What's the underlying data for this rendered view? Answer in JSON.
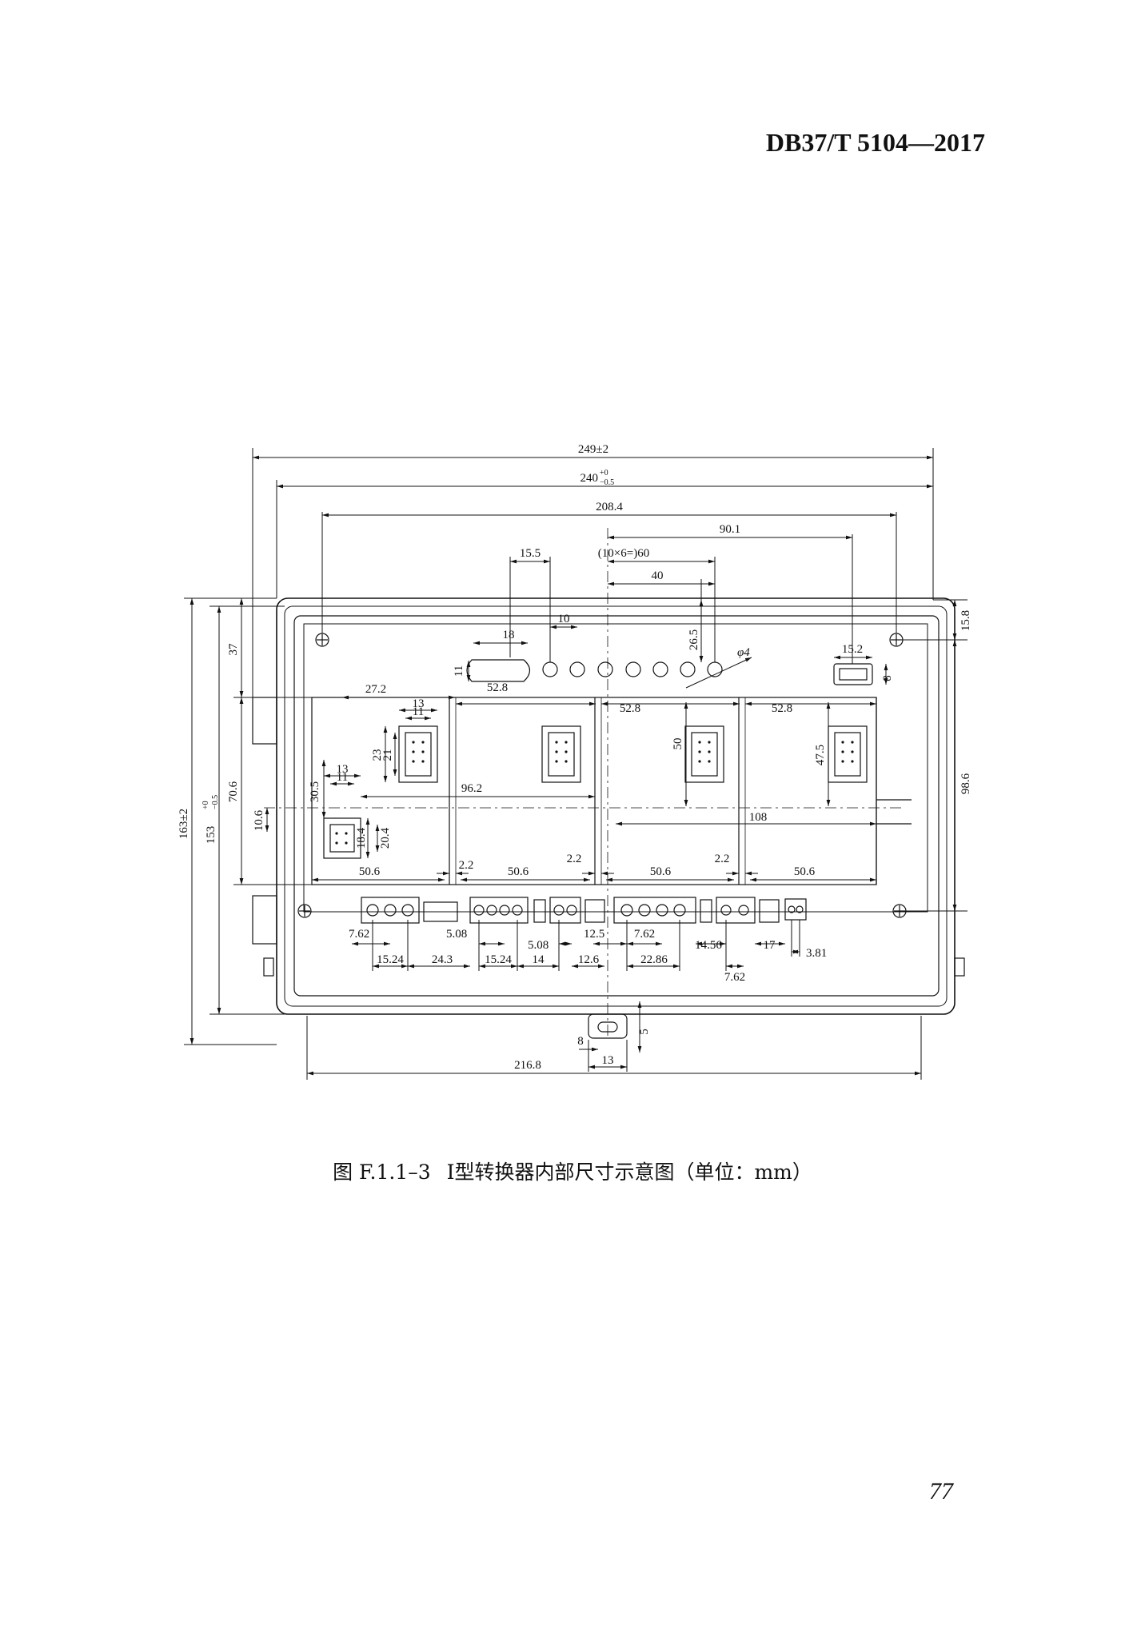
{
  "header": {
    "standard_code": "DB37/T 5104—2017"
  },
  "figure": {
    "caption_number": "图 F.1.1–3",
    "caption_title": "Ⅰ型转换器内部尺寸示意图（单位：mm）",
    "dimensions": {
      "d249": "249±2",
      "d240": "240",
      "d240_sup": "+0",
      "d240_sub": "−0.5",
      "d208": "208.4",
      "d90": "90.1",
      "d15_5": "15.5",
      "d60": "(10×6=)60",
      "d40": "40",
      "d10": "10",
      "d18": "18",
      "d26_5": "26.5",
      "phi4": "φ4",
      "d11": "11",
      "d52_8a": "52.8",
      "d52_8b": "52.8",
      "d52_8c": "52.8",
      "d15_2": "15.2",
      "d8": "8",
      "d15_8": "15.8",
      "d37": "37",
      "d27_2": "27.2",
      "d13a": "13",
      "d11b": "11",
      "d23": "23",
      "d21": "21",
      "d13b": "13",
      "d11c": "11",
      "d30_5": "30.5",
      "d96_2": "96.2",
      "d50": "50",
      "d47_5": "47.5",
      "d98_6": "98.6",
      "d108": "108",
      "d70_6": "70.6",
      "d10_6": "10.6",
      "d18_4": "18.4",
      "d20_4": "20.4",
      "d163": "163±2",
      "d153": "153",
      "d153_sup": "+0",
      "d153_sub": "−0.5",
      "d2_2a": "2.2",
      "d2_2b": "2.2",
      "d2_2c": "2.2",
      "d50_6a": "50.6",
      "d50_6b": "50.6",
      "d50_6c": "50.6",
      "d50_6d": "50.6",
      "d7_62a": "7.62",
      "d5_08a": "5.08",
      "d5_08b": "5.08",
      "d12_5": "12.5",
      "d7_62b": "7.62",
      "d14_56": "14.56",
      "d17": "17",
      "d15_24a": "15.24",
      "d24_3": "24.3",
      "d15_24b": "15.24",
      "d14": "14",
      "d12_6": "12.6",
      "d22_86": "22.86",
      "d7_62c": "7.62",
      "d3_81": "3.81",
      "d5": "5",
      "d8b": "8",
      "d13c": "13",
      "d216_8": "216.8"
    }
  },
  "footer": {
    "page_number": "77"
  }
}
